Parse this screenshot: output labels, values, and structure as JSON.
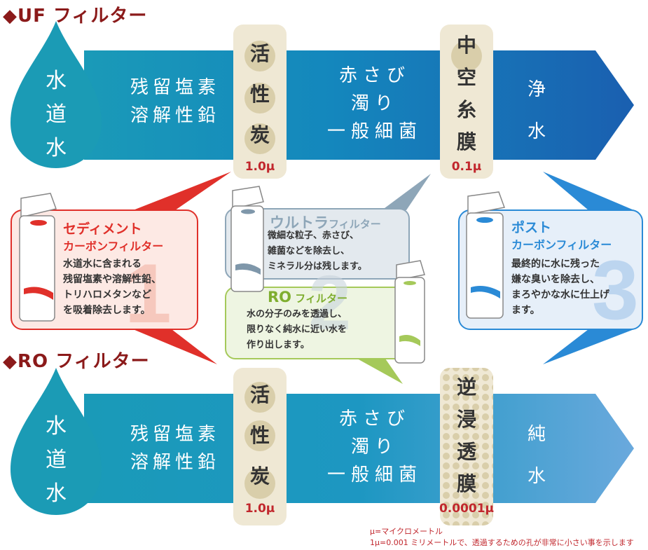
{
  "sections": {
    "uf_title": "◆UF フィルター",
    "ro_title": "◆RO フィルター"
  },
  "uf": {
    "source": [
      "水",
      "道",
      "水"
    ],
    "removed_1": [
      "残留塩素",
      "溶解性鉛"
    ],
    "stage_1": {
      "label": [
        "活",
        "性",
        "炭"
      ],
      "pore": "1.0μ"
    },
    "removed_2": [
      "赤さび",
      "濁り",
      "一般細菌"
    ],
    "stage_2": {
      "label": [
        "中",
        "空",
        "糸",
        "膜"
      ],
      "pore": "0.1μ"
    },
    "output": [
      "浄",
      "水"
    ]
  },
  "ro": {
    "source": [
      "水",
      "道",
      "水"
    ],
    "removed_1": [
      "残留塩素",
      "溶解性鉛"
    ],
    "stage_1": {
      "label": [
        "活",
        "性",
        "炭"
      ],
      "pore": "1.0μ"
    },
    "removed_2": [
      "赤さび",
      "濁り",
      "一般細菌"
    ],
    "stage_2": {
      "label": [
        "逆",
        "浸",
        "透",
        "膜"
      ],
      "pore": "0.0001μ"
    },
    "output": [
      "純",
      "水"
    ]
  },
  "filters": {
    "sediment": {
      "title": "セディメント",
      "subtitle": "カーボンフィルター",
      "body": "水道水に含まれる\n残留塩素や溶解性鉛、\nトリハロメタンなど\nを吸着除去します。",
      "number": "1"
    },
    "ultra": {
      "title_big": "ウルトラ",
      "title_small": "フィルター",
      "body": "微細な粒子、赤さび、\n雑菌などを除去し、\nミネラル分は残します。",
      "number": "2"
    },
    "ro": {
      "title_big": "RO",
      "title_small": " フィルター",
      "body": "水の分子のみを透過し、\n限りなく純水に近い水を\n作り出します。"
    },
    "post": {
      "title": "ポスト",
      "subtitle": "カーボンフィルター",
      "body": "最終的に水に残った\n嫌な臭いを除去し、\nまろやかな水に仕上げ\nます。",
      "number": "3"
    }
  },
  "notes": {
    "line1": "μ=マイクロメートル",
    "line2": "1μ=0.001 ミリメートルで、透過するための孔が非常に小さい事を示します"
  },
  "colors": {
    "band_dark": "#1279b8",
    "band_teal": "#1a9ab8",
    "drop": "#1b9bb5",
    "red": "#e0302a",
    "gray_blue": "#8ea6b8",
    "green": "#a5c95a",
    "light_blue": "#2a8ad6",
    "title": "#8b1a1a"
  },
  "icons": [
    "water-drop-icon",
    "filter-cartridge-icon",
    "arrow-right-icon"
  ]
}
